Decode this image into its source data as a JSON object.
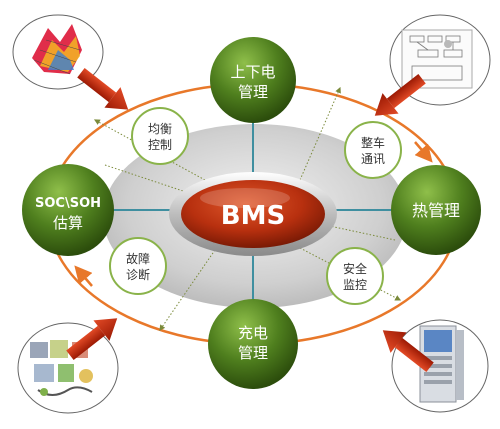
{
  "center": {
    "label": "BMS"
  },
  "green_nodes": [
    {
      "id": "top",
      "line1": "上下电",
      "line2": "管理"
    },
    {
      "id": "left",
      "line1": "SOC\\SOH",
      "line2": "估算"
    },
    {
      "id": "right",
      "line1": "热管理",
      "line2": ""
    },
    {
      "id": "bottom",
      "line1": "充电",
      "line2": "管理"
    }
  ],
  "white_nodes": [
    {
      "id": "balance",
      "line1": "均衡",
      "line2": "控制"
    },
    {
      "id": "vehicle-comm",
      "line1": "整车",
      "line2": "通讯"
    },
    {
      "id": "fault",
      "line1": "故障",
      "line2": "诊断"
    },
    {
      "id": "safety",
      "line1": "安全",
      "line2": "监控"
    }
  ],
  "colors": {
    "center_red": "#b8300f",
    "node_green": "#4f7f1e",
    "ring_orange": "#e8782a",
    "arrow_red": "#c0250c",
    "gray_ellipse": "#c9c9c9",
    "spoke_teal": "#3f8fa0"
  },
  "corner_icons": [
    "matlab-surface-icon",
    "flowchart-document-icon",
    "puzzle-pieces-icon",
    "server-cabinet-icon"
  ]
}
